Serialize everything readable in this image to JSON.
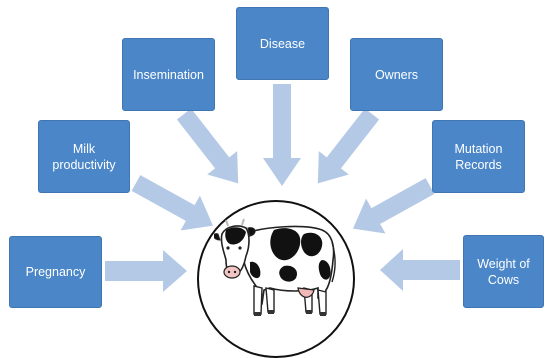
{
  "nodes": {
    "pregnancy": "Pregnancy",
    "milk": "Milk\nproductivity",
    "insemination": "Insemination",
    "disease": "Disease",
    "owners": "Owners",
    "mutation": "Mutation\nRecords",
    "weight": "Weight of\nCows"
  },
  "colors": {
    "box": "#4a86c8",
    "arrow": "#b4c9e6",
    "text": "#ffffff"
  },
  "center_icon": "cow-icon"
}
